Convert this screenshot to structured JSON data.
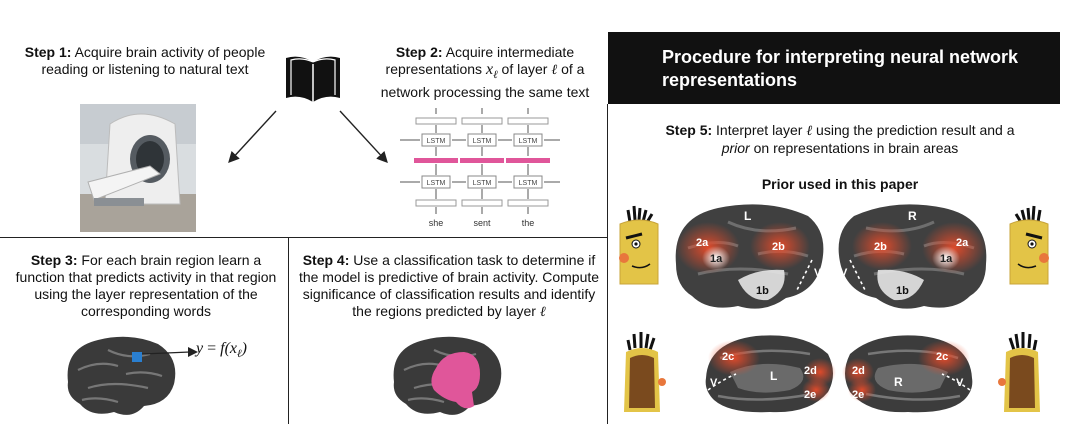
{
  "step1": {
    "bold": "Step 1:",
    "text": "Acquire brain activity of people reading or listening to natural text"
  },
  "step2": {
    "bold": "Step 2:",
    "text_a": "Acquire  intermediate representations",
    "x_symbol": "x",
    "x_sub": "ℓ",
    "text_b": "of layer",
    "ell": "ℓ",
    "text_c": "of a network processing the same text"
  },
  "step3": {
    "bold": "Step 3:",
    "text": "For each brain region learn a function that predicts activity in that region using the layer representation of the corresponding words"
  },
  "step4": {
    "bold": "Step 4:",
    "text": "Use a classification task to determine if the model is predictive of brain activity. Compute significance of classification results and identify the regions predicted by layer",
    "ell": "ℓ"
  },
  "step5": {
    "bold": "Step 5:",
    "text_a": "Interpret layer",
    "ell": "ℓ",
    "text_b": "using the prediction result and a",
    "prior": "prior",
    "text_c": "on representations in brain areas"
  },
  "title": "Procedure for interpreting neural network representations",
  "prior_heading": "Prior used in this paper",
  "lstm": {
    "cell_label": "LSTM",
    "words": [
      "she",
      "sent",
      "the"
    ]
  },
  "formula": {
    "lhs": "y",
    "eq": "=",
    "f": "f(x",
    "sub": "ℓ",
    "close": ")"
  },
  "brain_labels": {
    "left": "L",
    "right": "R",
    "r1a": "1a",
    "r1b": "1b",
    "r2a": "2a",
    "r2b": "2b",
    "r2c": "2c",
    "r2d": "2d",
    "r2e": "2e",
    "v": "V"
  },
  "colors": {
    "accent_pink": "#e0569a",
    "roi_blue": "#2a7fd0",
    "title_bg": "#111111",
    "activation": "#e64b2a"
  },
  "icons": [
    "book-icon",
    "mri-scanner-image",
    "arrow-icon"
  ]
}
